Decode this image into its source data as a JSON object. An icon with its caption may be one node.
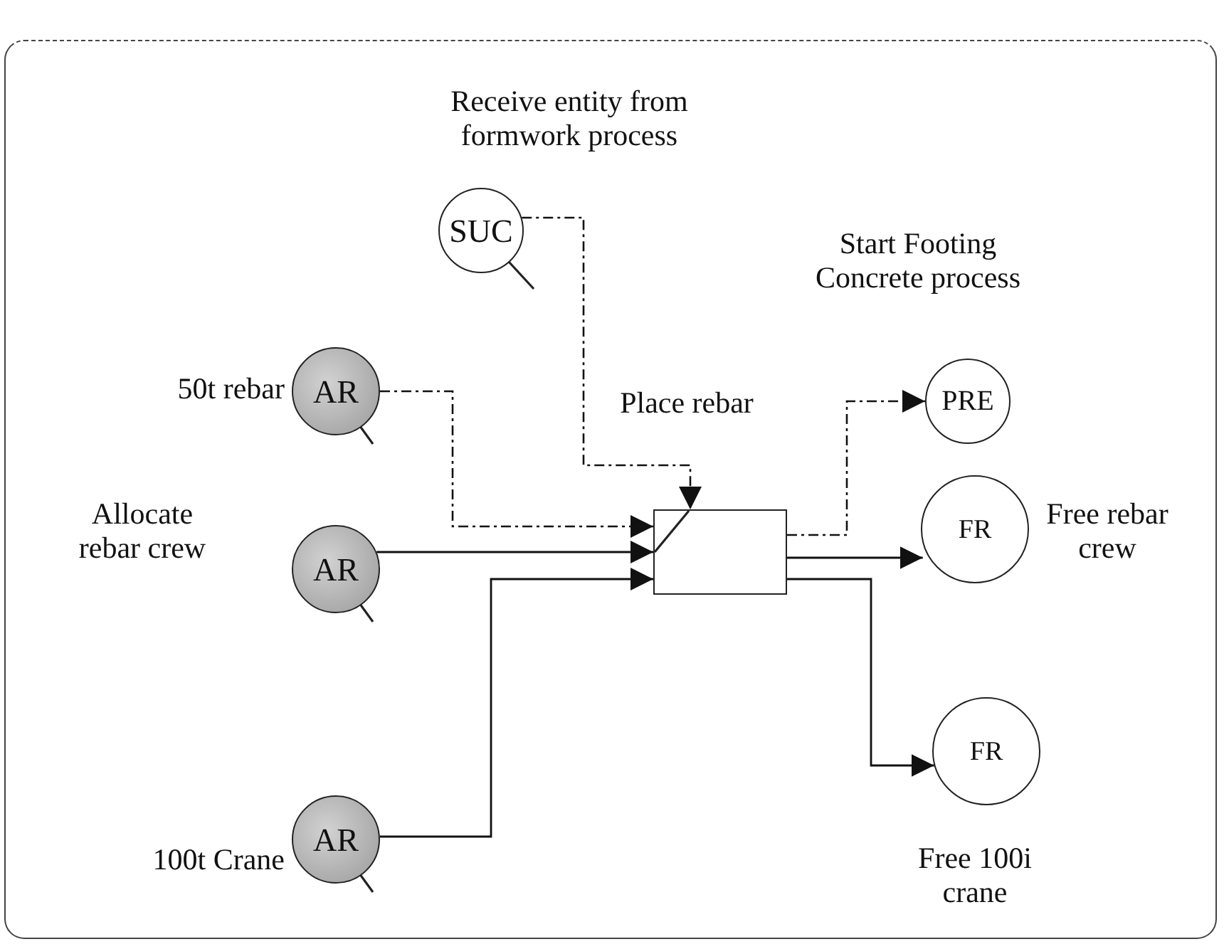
{
  "diagram": {
    "nodes": [
      {
        "text": [
          "SUC"
        ],
        "beside": [
          "Receive entity from formwork process"
        ]
      },
      {
        "text": [
          "AR"
        ],
        "beside": [
          "50t rebar"
        ]
      },
      {
        "text": [
          "AR"
        ],
        "beside": [
          "Allocate rebar crew"
        ]
      },
      {
        "text": [
          "AR"
        ],
        "beside": [
          "100t Crane"
        ]
      },
      {
        "text": [],
        "shape": "box",
        "beside": [
          "Place rebar"
        ]
      },
      {
        "text": [
          "PRE"
        ],
        "beside": [
          "Start Footing Concrete process"
        ]
      },
      {
        "text": [
          "FR"
        ],
        "beside": [
          "Free rebar crew"
        ]
      },
      {
        "text": [
          "FR"
        ],
        "beside": [
          "Free 100i crane"
        ]
      }
    ],
    "edges": [
      {
        "from": 0,
        "to": 4,
        "arrow": "to",
        "style": "dashed"
      },
      {
        "from": 1,
        "to": 4,
        "arrow": "to",
        "style": "dashed"
      },
      {
        "from": 2,
        "to": 4,
        "arrow": "to"
      },
      {
        "from": 3,
        "to": 4,
        "arrow": "to"
      },
      {
        "from": 4,
        "to": 5,
        "arrow": "to",
        "style": "dashed"
      },
      {
        "from": 4,
        "to": 6,
        "arrow": "to"
      },
      {
        "from": 4,
        "to": 7,
        "arrow": "to"
      }
    ]
  }
}
